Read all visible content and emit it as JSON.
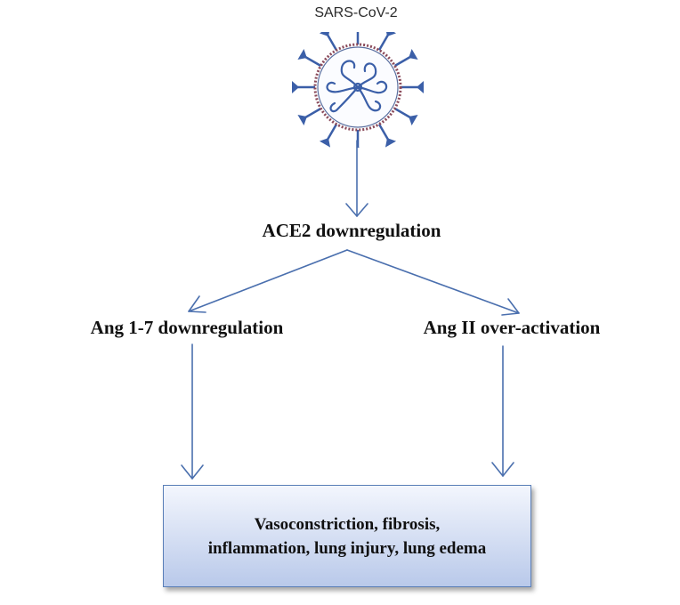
{
  "virus": {
    "label": "SARS-CoV-2",
    "icon": "coronavirus-icon"
  },
  "nodes": {
    "ace2": "ACE2 downregulation",
    "ang17": "Ang 1-7 downregulation",
    "ang2": "Ang II over-activation"
  },
  "outcome": {
    "text": "Vasoconstriction, fibrosis, inflammation, lung injury, lung edema"
  },
  "colors": {
    "arrow": "#4a6fae",
    "box_border": "#5a7fb8",
    "box_fill_top": "#f3f6fd",
    "box_fill_bottom": "#b9c9ea",
    "virus_spike": "#3b5fa8",
    "virus_membrane": "#8a4a5a"
  }
}
